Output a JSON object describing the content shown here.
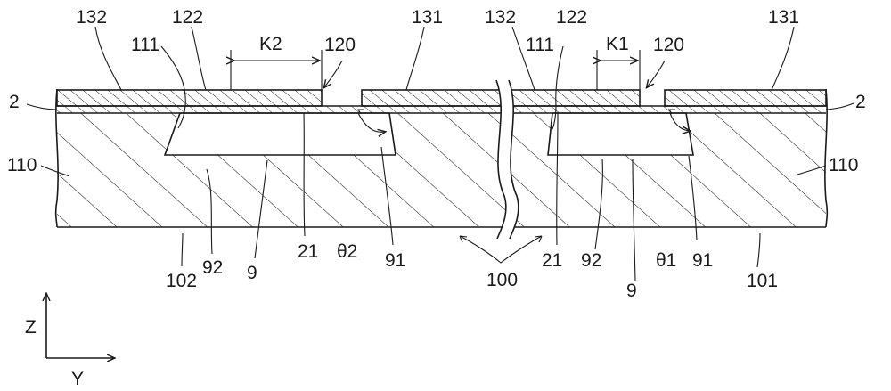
{
  "labels": {
    "l132a": "132",
    "l122a": "122",
    "l111a": "111",
    "lK2": "K2",
    "l120a": "120",
    "l131a": "131",
    "l132b": "132",
    "l122b": "122",
    "l111b": "111",
    "lK1": "K1",
    "l120b": "120",
    "l131b": "131",
    "l2a": "2",
    "l2b": "2",
    "l110a": "110",
    "l110b": "110",
    "l92a": "92",
    "l9a": "9",
    "l21a": "21",
    "ltheta2": "θ2",
    "l91a": "91",
    "l102": "102",
    "l100": "100",
    "l21b": "21",
    "l92b": "92",
    "l9b": "9",
    "ltheta1": "θ1",
    "l91b": "91",
    "l101": "101",
    "lZ": "Z",
    "lY": "Y"
  },
  "colors": {
    "line": "#1a1a1a",
    "background": "#ffffff"
  }
}
